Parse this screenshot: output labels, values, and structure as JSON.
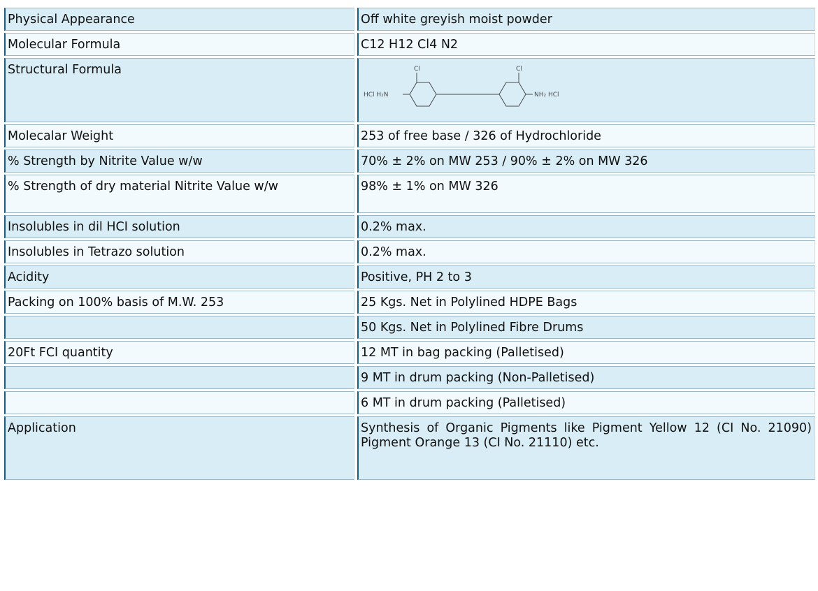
{
  "rows": [
    {
      "key": "Physical Appearance",
      "value": "Off white greyish moist powder"
    },
    {
      "key": "Molecular Formula",
      "value": "C12 H12 Cl4 N2"
    },
    {
      "key": "Structural Formula",
      "value": "",
      "structure": {
        "left_substituent": "HCl H₂N",
        "right_substituent": "NH₂ HCl",
        "ring_label_left": "Cl",
        "ring_label_right": "Cl"
      }
    },
    {
      "key": "Molecalar Weight",
      "value": "253 of free base / 326 of Hydrochloride"
    },
    {
      "key": "% Strength by Nitrite Value w/w",
      "value": "70% ± 2% on MW 253 / 90% ± 2% on MW 326"
    },
    {
      "key": "% Strength of dry material Nitrite Value w/w",
      "value": "98% ± 1% on MW 326"
    },
    {
      "key": "Insolubles in dil HCI solution",
      "value": "0.2% max."
    },
    {
      "key": "Insolubles in Tetrazo solution",
      "value": "0.2% max."
    },
    {
      "key": "Acidity",
      "value": "Positive, PH 2 to 3"
    },
    {
      "key": "Packing on 100% basis of M.W. 253",
      "value": "25 Kgs. Net in Polylined HDPE Bags"
    },
    {
      "key": "",
      "value": "50 Kgs. Net in Polylined Fibre Drums"
    },
    {
      "key": "20Ft FCI quantity",
      "value": "12 MT in bag packing (Palletised)"
    },
    {
      "key": "",
      "value": "9 MT in drum packing (Non-Palletised)"
    },
    {
      "key": "",
      "value": "6 MT in drum packing (Palletised)"
    },
    {
      "key": "Application",
      "value": "Synthesis of Organic Pigments like Pigment Yellow 12 (CI No. 21090) Pigment Orange 13 (CI No. 21110) etc."
    }
  ],
  "colors": {
    "row_light": "#f2fafd",
    "row_shaded": "#d9edf6",
    "border": "#1b5d82"
  }
}
